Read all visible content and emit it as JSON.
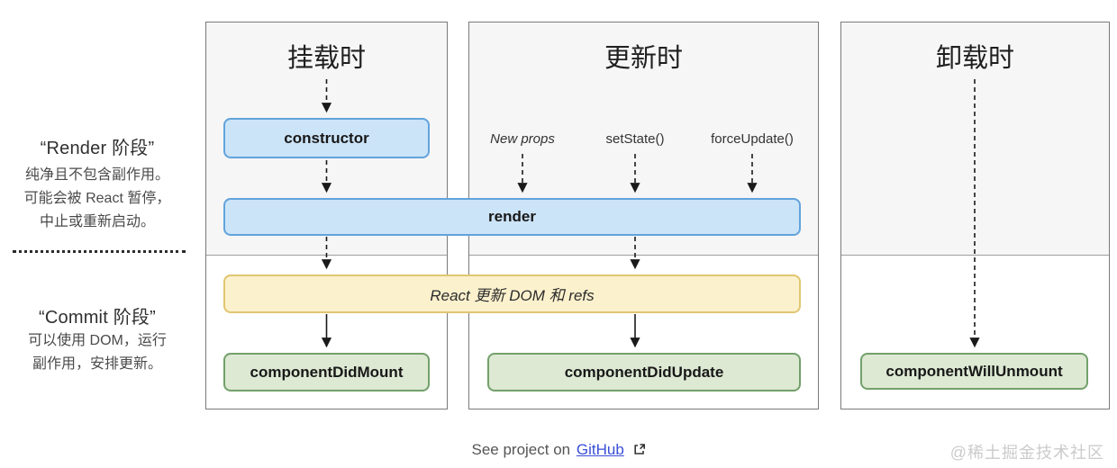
{
  "sidebar": {
    "render_phase": {
      "title": "“Render 阶段”",
      "lines": [
        "纯净且不包含副作用。",
        "可能会被 React 暂停，",
        "中止或重新启动。"
      ]
    },
    "commit_phase": {
      "title": "“Commit 阶段”",
      "lines": [
        "可以使用 DOM，运行",
        "副作用，安排更新。"
      ]
    }
  },
  "columns": {
    "mounting": {
      "title": "挂载时",
      "constructor_box": "constructor",
      "did_mount_box": "componentDidMount"
    },
    "updating": {
      "title": "更新时",
      "triggers": [
        "New props",
        "setState()",
        "forceUpdate()"
      ],
      "did_update_box": "componentDidUpdate"
    },
    "unmounting": {
      "title": "卸载时",
      "will_unmount_box": "componentWillUnmount"
    }
  },
  "shared": {
    "render_box": "render",
    "dom_update_box": "React 更新 DOM 和 refs"
  },
  "footer": {
    "prefix": "See project on",
    "link_label": "GitHub"
  },
  "watermark": "@稀土掘金技术社区",
  "colors": {
    "blue-fill": "#cce4f8",
    "blue-border": "#62a3db",
    "yellow-fill": "#fcf1cd",
    "yellow-border": "#e1c670",
    "green-fill": "#dde9d3",
    "green-border": "#72a06b",
    "col-border": "#7a7a7a",
    "col-top-bg": "#f6f6f6",
    "ink": "#1a1a1a"
  }
}
